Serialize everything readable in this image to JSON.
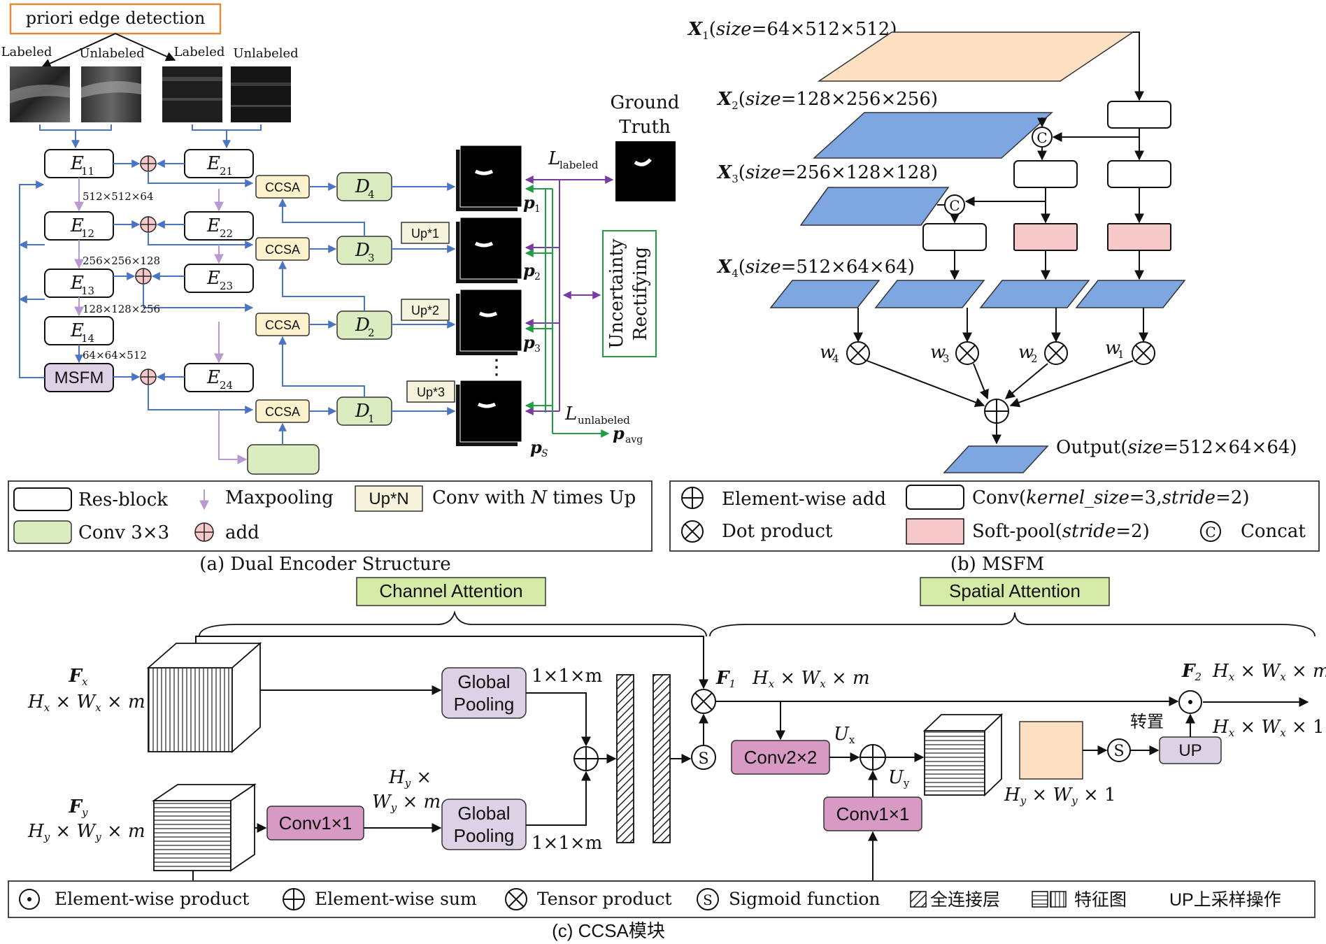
{
  "colors": {
    "green_box": "#dbecc0",
    "ccsa_box": "#fdf2cc",
    "purple_box": "#ddd1e6",
    "pink_box": "#f6c9c9",
    "blue_para": "#7ea6e0",
    "peach": "#fde0c2",
    "magenta_box": "#d69ac4",
    "label_green": "#d6eaa8",
    "orange_frame": "#e08a3c",
    "arrow_blue": "#4a74c4",
    "arrow_purple": "#7a3aa6",
    "arrow_green": "#1f9e44",
    "maxpool_arrow": "#b99ad0"
  },
  "panel_a": {
    "edge_title": "priori edge detection",
    "img_labels": [
      "Labeled",
      "Unlabeled",
      "Labeled",
      "Unlabeled"
    ],
    "enc1": [
      "E",
      "11",
      "12",
      "13",
      "14"
    ],
    "enc2": [
      "E",
      "21",
      "22",
      "23",
      "24"
    ],
    "msfm": "MSFM",
    "ccsa": "CCSA",
    "dec": [
      "D",
      "4",
      "3",
      "2",
      "1"
    ],
    "ups": [
      "Up*1",
      "Up*2",
      "Up*3"
    ],
    "sizes": [
      "512×512×64",
      "256×256×128",
      "128×128×256",
      "64×64×512"
    ],
    "ground": [
      "Ground",
      "Truth"
    ],
    "l_labeled": [
      "L",
      "labeled"
    ],
    "l_unlabeled": [
      "L",
      "unlabeled"
    ],
    "p_labels": [
      "p",
      "1",
      "2",
      "3",
      "S"
    ],
    "p_avg": [
      "p",
      "avg"
    ],
    "dots": "⋮",
    "uncertainty": [
      "Uncertainty",
      "Rectifying"
    ],
    "legend": {
      "res_block": "Res-block",
      "maxpool": "Maxpooling",
      "upn": "Up*N",
      "upn_desc": [
        "Conv with ",
        "N",
        " times Up"
      ],
      "conv": "Conv 3×3",
      "add": "add"
    },
    "caption": "(a) Dual Encoder Structure"
  },
  "panel_b": {
    "x_labels": [
      {
        "x": "X",
        "sub": "1",
        "size": "size",
        "dims": "=64×512×512)"
      },
      {
        "x": "X",
        "sub": "2",
        "size": "size",
        "dims": "=128×256×256)"
      },
      {
        "x": "X",
        "sub": "3",
        "size": "size",
        "dims": "=256×128×128)"
      },
      {
        "x": "X",
        "sub": "4",
        "size": "size",
        "dims": "=512×64×64)"
      }
    ],
    "weights": [
      "w",
      "4",
      "3",
      "2",
      "1"
    ],
    "concat_symbol": "C",
    "output": [
      "Output(",
      "size",
      "=512×64×64)"
    ],
    "legend": {
      "add": "Element-wise add",
      "conv": [
        "Conv(",
        "kernel_size",
        "=3,",
        "stride",
        "=2)"
      ],
      "dot": "Dot product",
      "softpool": [
        "Soft-pool(",
        "stride",
        "=2)"
      ],
      "concat": "Concat"
    },
    "caption": "(b) MSFM"
  },
  "panel_c": {
    "channel_attention": "Channel Attention",
    "spatial_attention": "Spatial Attention",
    "fx": [
      "F",
      "x",
      "H",
      "x",
      " × W",
      "x",
      " × m"
    ],
    "fy": [
      "F",
      "y",
      "H",
      "y",
      " × W",
      "y",
      " × m"
    ],
    "gp": [
      "Global",
      "Pooling"
    ],
    "one_m": "1×1×m",
    "hy_wy_m": [
      "H",
      "y",
      " ×",
      "W",
      "y",
      " × m"
    ],
    "conv1": "Conv1×1",
    "conv2": "Conv2×2",
    "f1": [
      "F",
      "1",
      "H",
      "x",
      " × W",
      "x",
      " × m"
    ],
    "f2": [
      "F",
      "2",
      "H",
      "x",
      " × W",
      "x",
      " × m"
    ],
    "ux": [
      "U",
      "x"
    ],
    "uy": [
      "U",
      "y"
    ],
    "s": "S",
    "up": "UP",
    "transpose": "转置",
    "hx_wx_1": [
      "H",
      "x",
      " × W",
      "x",
      " × 1"
    ],
    "hy_wy_1": [
      "H",
      "y",
      " × W",
      "y",
      " × 1"
    ],
    "legend": {
      "prod": "Element-wise product",
      "sum": "Element-wise sum",
      "tensor": "Tensor product",
      "sigmoid": "Sigmoid function",
      "fc": "全连接层",
      "feat": "特征图",
      "up": "UP上采样操作"
    },
    "caption": "(c) CCSA模块"
  }
}
